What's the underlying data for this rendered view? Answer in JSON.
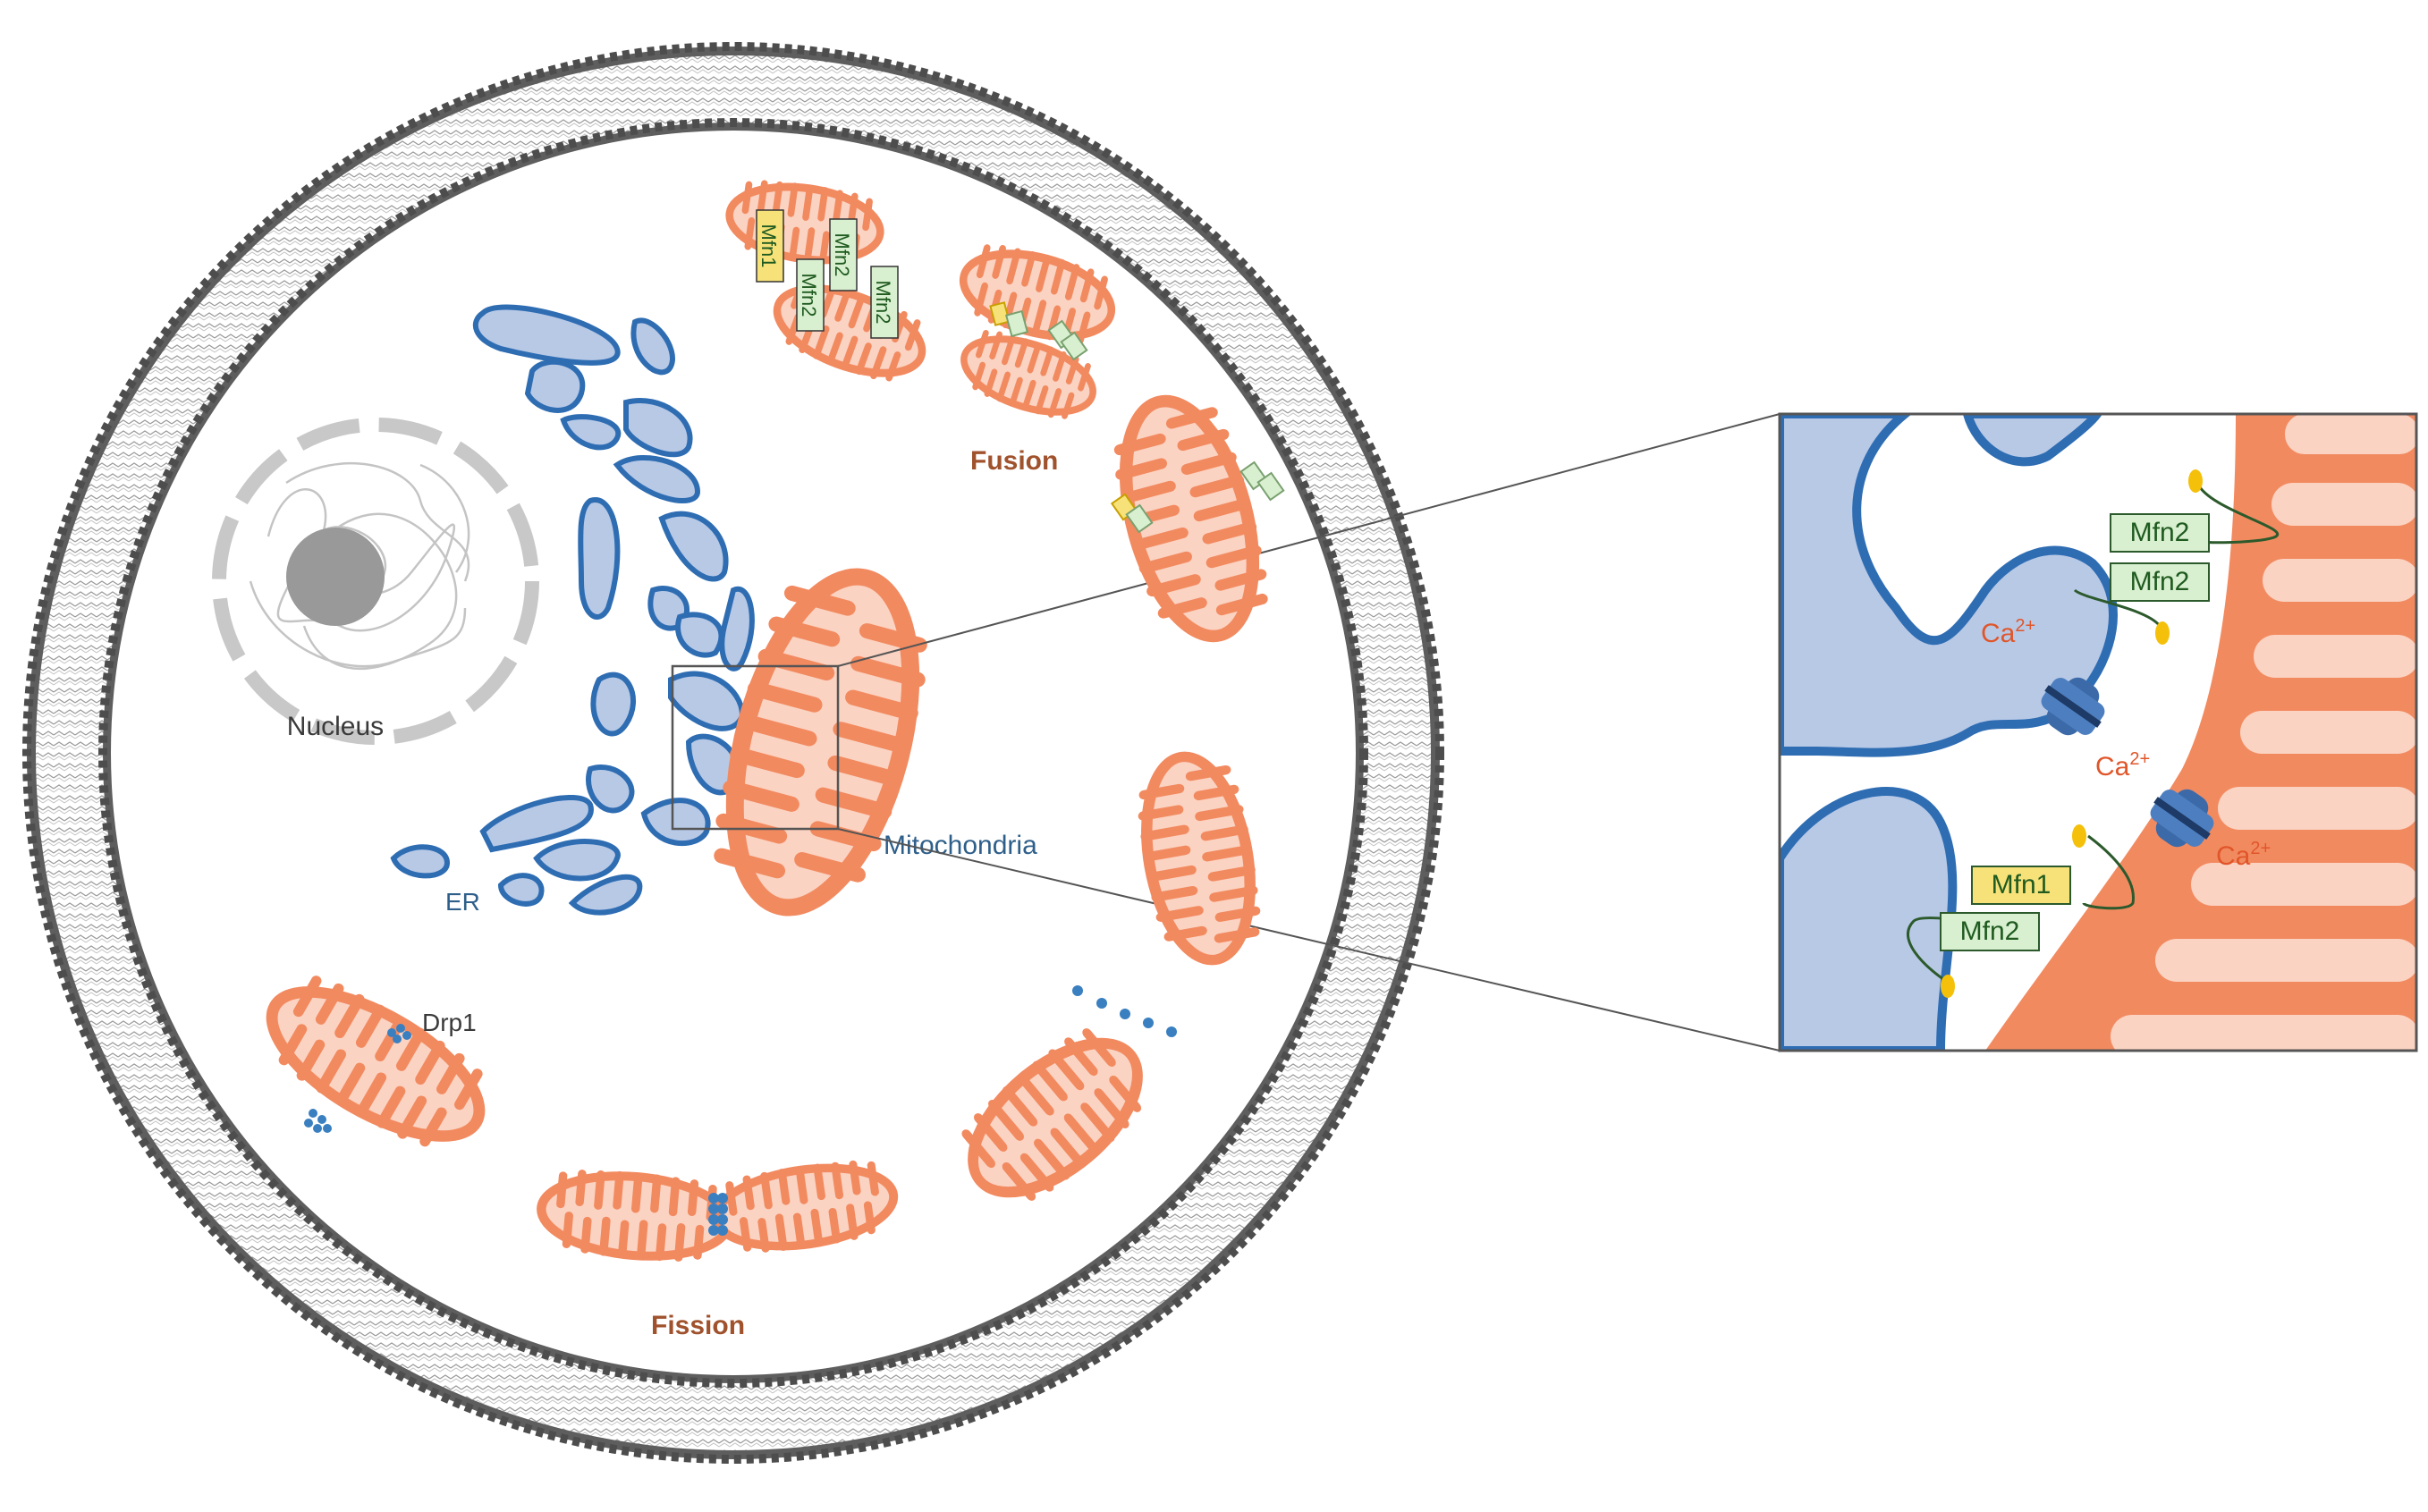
{
  "labels": {
    "nucleus": "Nucleus",
    "er": "ER",
    "mitochondria": "Mitochondria",
    "fusion": "Fusion",
    "fission": "Fission",
    "drp1": "Drp1"
  },
  "fusion_tags": {
    "mfn1": "Mfn1",
    "mfn2_a": "Mfn2",
    "mfn2_b": "Mfn2",
    "mfn2_c": "Mfn2"
  },
  "inset": {
    "mfn2_top": "Mfn2",
    "mfn2_mid": "Mfn2",
    "mfn1_bottom": "Mfn1",
    "mfn2_bottom": "Mfn2",
    "calcium": "Ca",
    "calcium_sup": "2+"
  },
  "colors": {
    "membrane": "#6e6e6e",
    "er_fill": "#b8c9e6",
    "er_stroke": "#2f6db3",
    "mito_fill": "#fbd3c2",
    "mito_stroke": "#f28a60",
    "mfn1_tag": "#f7e27a",
    "mfn2_tag": "#d8f0d0",
    "calcium_text": "#e0562a",
    "label_brown": "#a0522d"
  }
}
